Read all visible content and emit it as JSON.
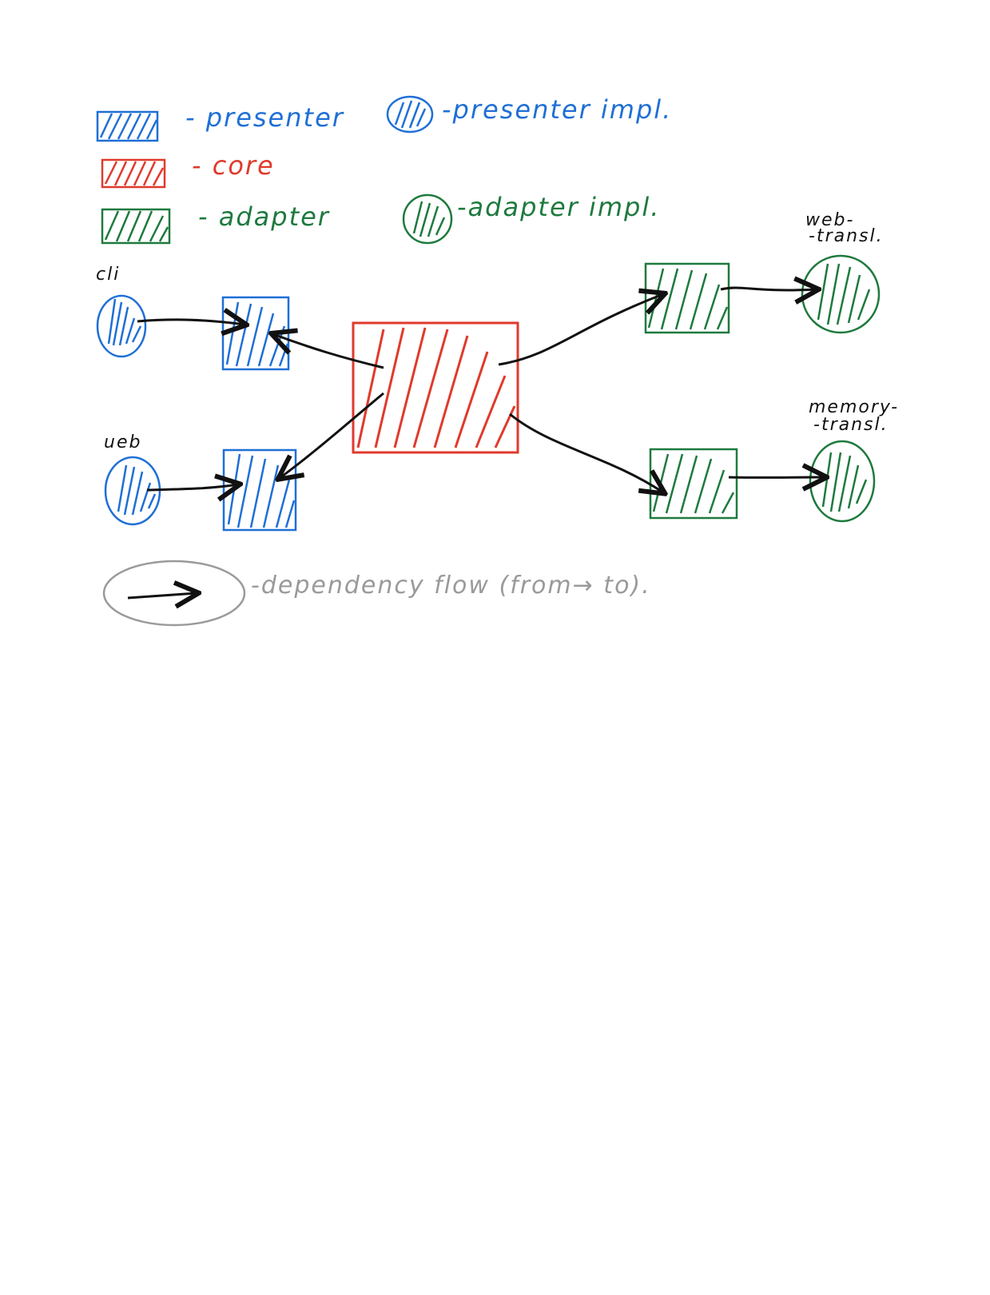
{
  "colors": {
    "presenter": "#1f6fd6",
    "core": "#e03a2c",
    "adapter": "#1e7a3e",
    "arrow": "#111111",
    "note": "#9a9a9a"
  },
  "legend": {
    "presenter": "- presenter",
    "presenter_impl": "-presenter impl.",
    "core": "- core",
    "adapter": "- adapter",
    "adapter_impl": "-adapter impl."
  },
  "nodes": {
    "cli_label": "cli",
    "web_label": "ueb",
    "web_transl_label_1": "web-",
    "web_transl_label_2": "-transl.",
    "memory_transl_label_1": "memory-",
    "memory_transl_label_2": "-transl."
  },
  "note": {
    "text": "-dependency flow (from→ to)."
  }
}
